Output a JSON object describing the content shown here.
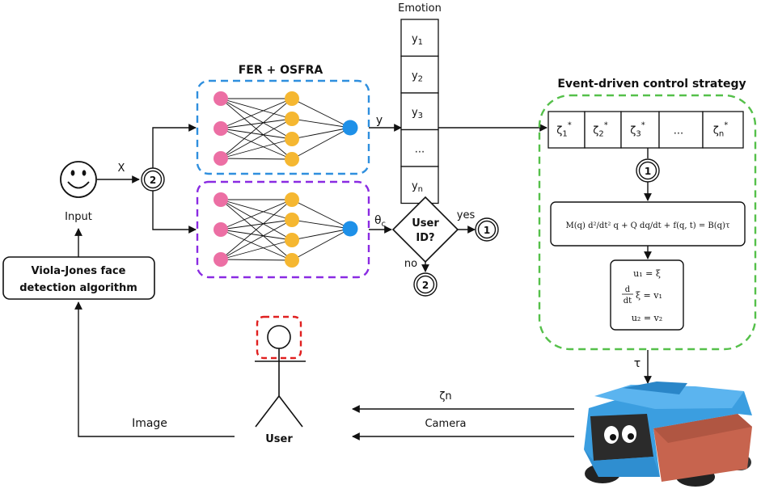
{
  "labels": {
    "input": "Input",
    "x": "X",
    "fer_title": "FER + OSFRA",
    "y": "y",
    "theta": "θ",
    "theta_sub": "c",
    "emotion": "Emotion",
    "event_title": "Event-driven control strategy",
    "decision_line1": "User",
    "decision_line2": "ID?",
    "yes": "yes",
    "no": "no",
    "viola_line1": "Viola-Jones face",
    "viola_line2": "detection algorithm",
    "image": "Image",
    "user": "User",
    "zeta_n": "ζn",
    "camera": "Camera",
    "tau": "τ"
  },
  "connectors": {
    "c2_main": "2",
    "c2_bottom": "2",
    "c1_right": "1",
    "c1_green": "1"
  },
  "emotion_cells": [
    {
      "base": "y",
      "sub": "1"
    },
    {
      "base": "y",
      "sub": "2"
    },
    {
      "base": "y",
      "sub": "3"
    },
    {
      "base": "...",
      "sub": ""
    },
    {
      "base": "y",
      "sub": "n"
    }
  ],
  "zeta_cells": [
    {
      "base": "ζ",
      "sub": "1",
      "sup": "*"
    },
    {
      "base": "ζ",
      "sub": "2",
      "sup": "*"
    },
    {
      "base": "ζ",
      "sub": "3",
      "sup": "*"
    },
    {
      "base": "...",
      "sub": "",
      "sup": ""
    },
    {
      "base": "ζ",
      "sub": "n",
      "sup": "*"
    }
  ],
  "equations": {
    "dynamics": "M(q) d²/dt² q + Q dq/dt + f(q, t) = B(q)τ",
    "sys1": "u₁ = ξ",
    "sys2_lhs": "d",
    "sys2_den": "dt",
    "sys2_rhs": "ξ = v₁",
    "sys3": "u₂ = v₂"
  },
  "colors": {
    "blue_box": "#2f8fde",
    "purple_box": "#8a2be2",
    "green_box": "#55c04a",
    "red_box": "#e02020",
    "node_pink": "#ec6fa4",
    "node_orange": "#f5b731",
    "node_blue": "#1e90e8",
    "robot_body": "#3b9ee0",
    "robot_side": "#c7644e"
  }
}
